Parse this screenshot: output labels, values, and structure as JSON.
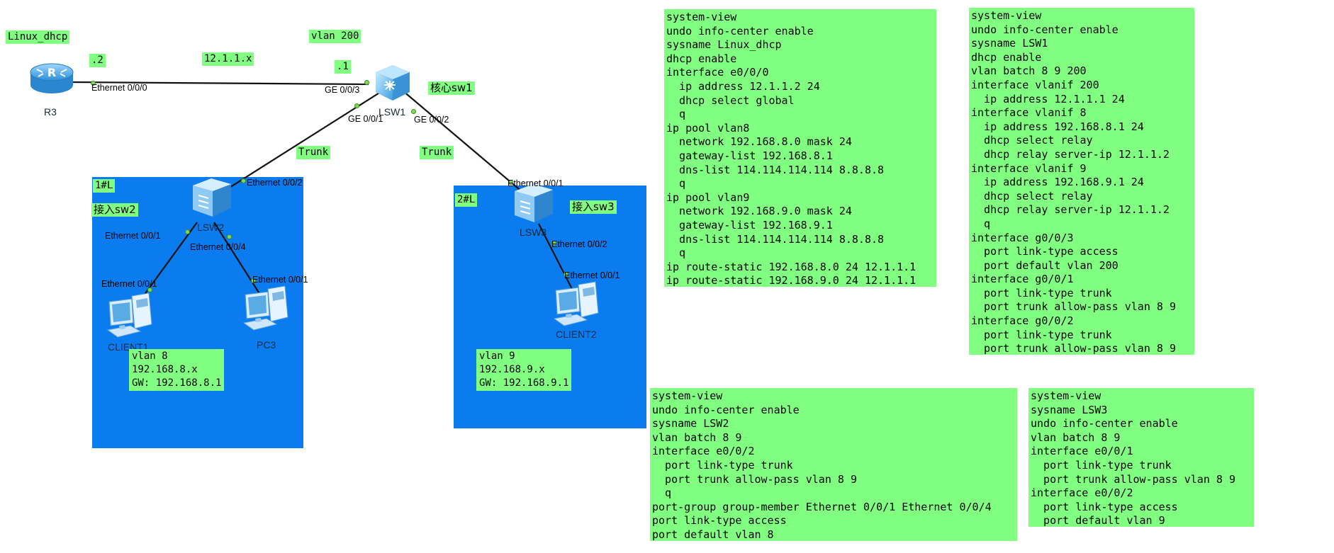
{
  "tags": {
    "linux_dhcp": "Linux_dhcp",
    "dot2": ".2",
    "net_12": "12.1.1.x",
    "vlan200": "vlan 200",
    "dot1": ".1",
    "core_sw1": "核心sw1",
    "trunk_left": "Trunk",
    "trunk_right": "Trunk",
    "zone1": "1#L",
    "access_sw2": "接入sw2",
    "zone2": "2#L",
    "access_sw3": "接入sw3"
  },
  "devices": {
    "r3": "R3",
    "lsw1": "LSW1",
    "lsw2": "LSW2",
    "lsw3": "LSW3",
    "client1": "CLIENT1",
    "pc3": "PC3",
    "client2": "CLIENT2"
  },
  "ports": {
    "r3_e000": "Ethernet 0/0/0",
    "lsw1_ge003": "GE 0/0/3",
    "lsw1_ge001": "GE 0/0/1",
    "lsw1_ge002": "GE 0/0/2",
    "lsw2_e002": "Ethernet 0/0/2",
    "lsw2_e001": "Ethernet 0/0/1",
    "lsw2_e004": "Ethernet 0/0/4",
    "client1_e001": "Ethernet 0/0/1",
    "pc3_e001": "Ethernet 0/0/1",
    "lsw3_e001": "Ethernet 0/0/1",
    "lsw3_e002": "Ethernet 0/0/2",
    "client2_e001": "Ethernet 0/0/1"
  },
  "zone1_info": [
    "vlan 8",
    "192.168.8.x",
    "GW: 192.168.8.1"
  ],
  "zone2_info": [
    "vlan 9",
    "192.168.9.x",
    "GW: 192.168.9.1"
  ],
  "configs": {
    "linux_dhcp": [
      "system-view",
      "undo info-center enable",
      "sysname Linux_dhcp",
      "dhcp enable",
      "interface e0/0/0",
      "  ip address 12.1.1.2 24",
      "  dhcp select global",
      "  q",
      "ip pool vlan8",
      "  network 192.168.8.0 mask 24",
      "  gateway-list 192.168.8.1",
      "  dns-list 114.114.114.114 8.8.8.8",
      "  q",
      "ip pool vlan9",
      "  network 192.168.9.0 mask 24",
      "  gateway-list 192.168.9.1",
      "  dns-list 114.114.114.114 8.8.8.8",
      "  q",
      "ip route-static 192.168.8.0 24 12.1.1.1",
      "ip route-static 192.168.9.0 24 12.1.1.1"
    ],
    "lsw1": [
      "system-view",
      "undo info-center enable",
      "sysname LSW1",
      "dhcp enable",
      "vlan batch 8 9 200",
      "interface vlanif 200",
      "  ip address 12.1.1.1 24",
      "interface vlanif 8",
      "  ip address 192.168.8.1 24",
      "  dhcp select relay",
      "  dhcp relay server-ip 12.1.1.2",
      "interface vlanif 9",
      "  ip address 192.168.9.1 24",
      "  dhcp select relay",
      "  dhcp relay server-ip 12.1.1.2",
      "  q",
      "interface g0/0/3",
      "  port link-type access",
      "  port default vlan 200",
      "interface g0/0/1",
      "  port link-type trunk",
      "  port trunk allow-pass vlan 8 9",
      "interface g0/0/2",
      "  port link-type trunk",
      "  port trunk allow-pass vlan 8 9"
    ],
    "lsw2": [
      "system-view",
      "undo info-center enable",
      "sysname LSW2",
      "vlan batch 8 9",
      "interface e0/0/2",
      "  port link-type trunk",
      "  port trunk allow-pass vlan 8 9",
      "  q",
      "port-group group-member Ethernet 0/0/1 Ethernet 0/0/4",
      "port link-type access",
      "port default vlan 8"
    ],
    "lsw3": [
      "system-view",
      "sysname LSW3",
      "undo info-center enable",
      "vlan batch 8 9",
      "interface e0/0/1",
      "  port link-type trunk",
      "  port trunk allow-pass vlan 8 9",
      "interface e0/0/2",
      "  port link-type access",
      "  port default vlan 9"
    ]
  }
}
